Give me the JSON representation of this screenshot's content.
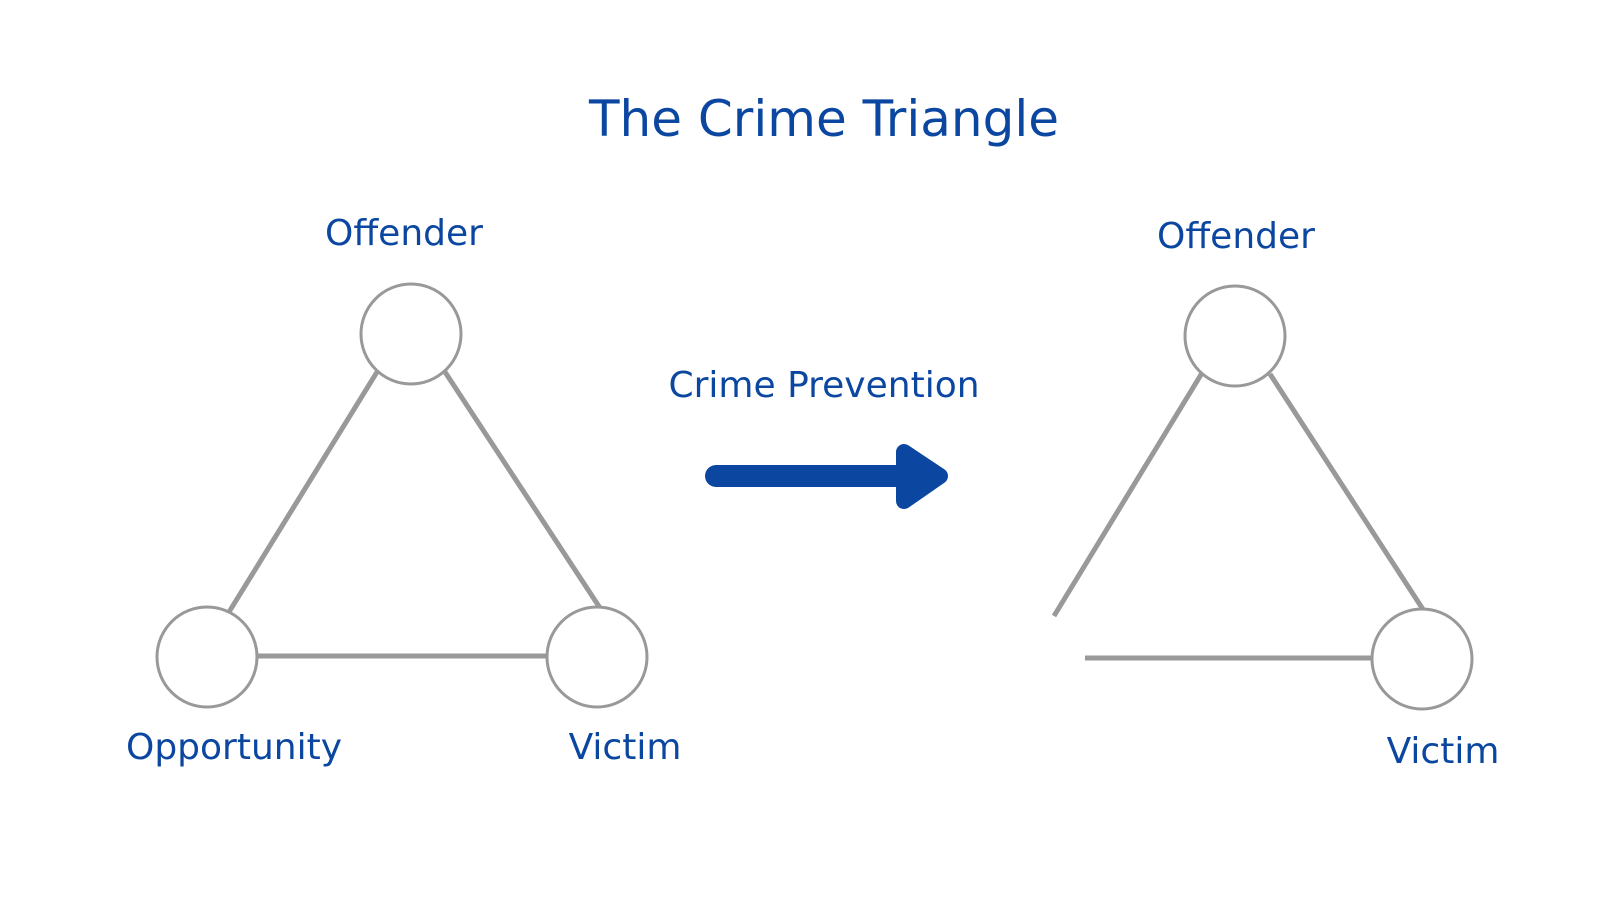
{
  "title": "The Crime Triangle",
  "arrow_label": "Crime Prevention",
  "colors": {
    "text": "#0b47a1",
    "arrow": "#0b47a1",
    "line": "#999999",
    "node_stroke": "#999999"
  },
  "left_triangle": {
    "offender": "Offender",
    "opportunity": "Opportunity",
    "victim": "Victim"
  },
  "right_triangle": {
    "offender": "Offender",
    "victim": "Victim"
  }
}
